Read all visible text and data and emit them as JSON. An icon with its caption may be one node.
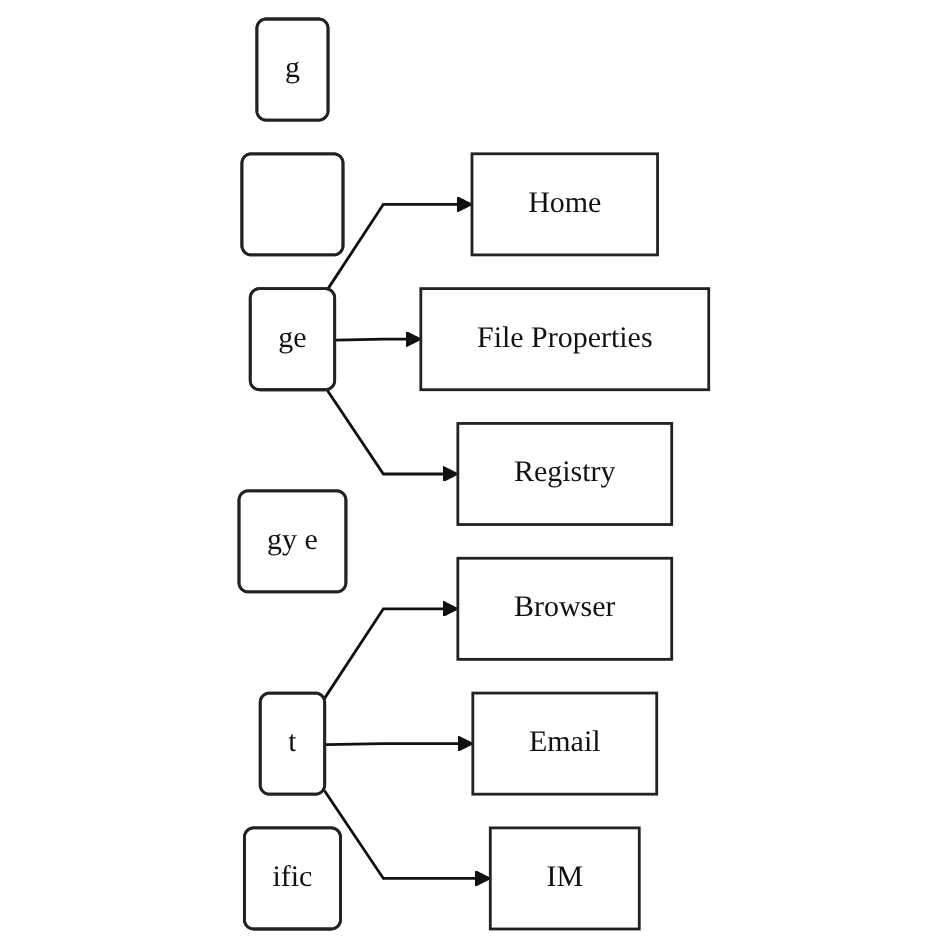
{
  "diagram": {
    "nodes": [
      {
        "text": [
          "g"
        ]
      },
      {
        "text": [],
        "shape": "box"
      },
      {
        "text": [
          "ge"
        ]
      },
      {
        "text": [
          "Home"
        ]
      },
      {
        "text": [
          "File Properties"
        ]
      },
      {
        "text": [
          "Registry"
        ]
      },
      {
        "text": [
          "gy e"
        ]
      },
      {
        "text": [
          "t"
        ]
      },
      {
        "text": [
          "Browser"
        ]
      },
      {
        "text": [
          "Email"
        ]
      },
      {
        "text": [
          "IM"
        ]
      },
      {
        "text": [
          "ific"
        ]
      }
    ],
    "edges": [
      {
        "from": 2,
        "to": 3,
        "arrow": "to"
      },
      {
        "from": 2,
        "to": 4,
        "arrow": "to"
      },
      {
        "from": 2,
        "to": 5,
        "arrow": "to"
      },
      {
        "from": 7,
        "to": 8,
        "arrow": "to"
      },
      {
        "from": 7,
        "to": 9,
        "arrow": "to"
      },
      {
        "from": 7,
        "to": 10,
        "arrow": "to"
      }
    ]
  }
}
